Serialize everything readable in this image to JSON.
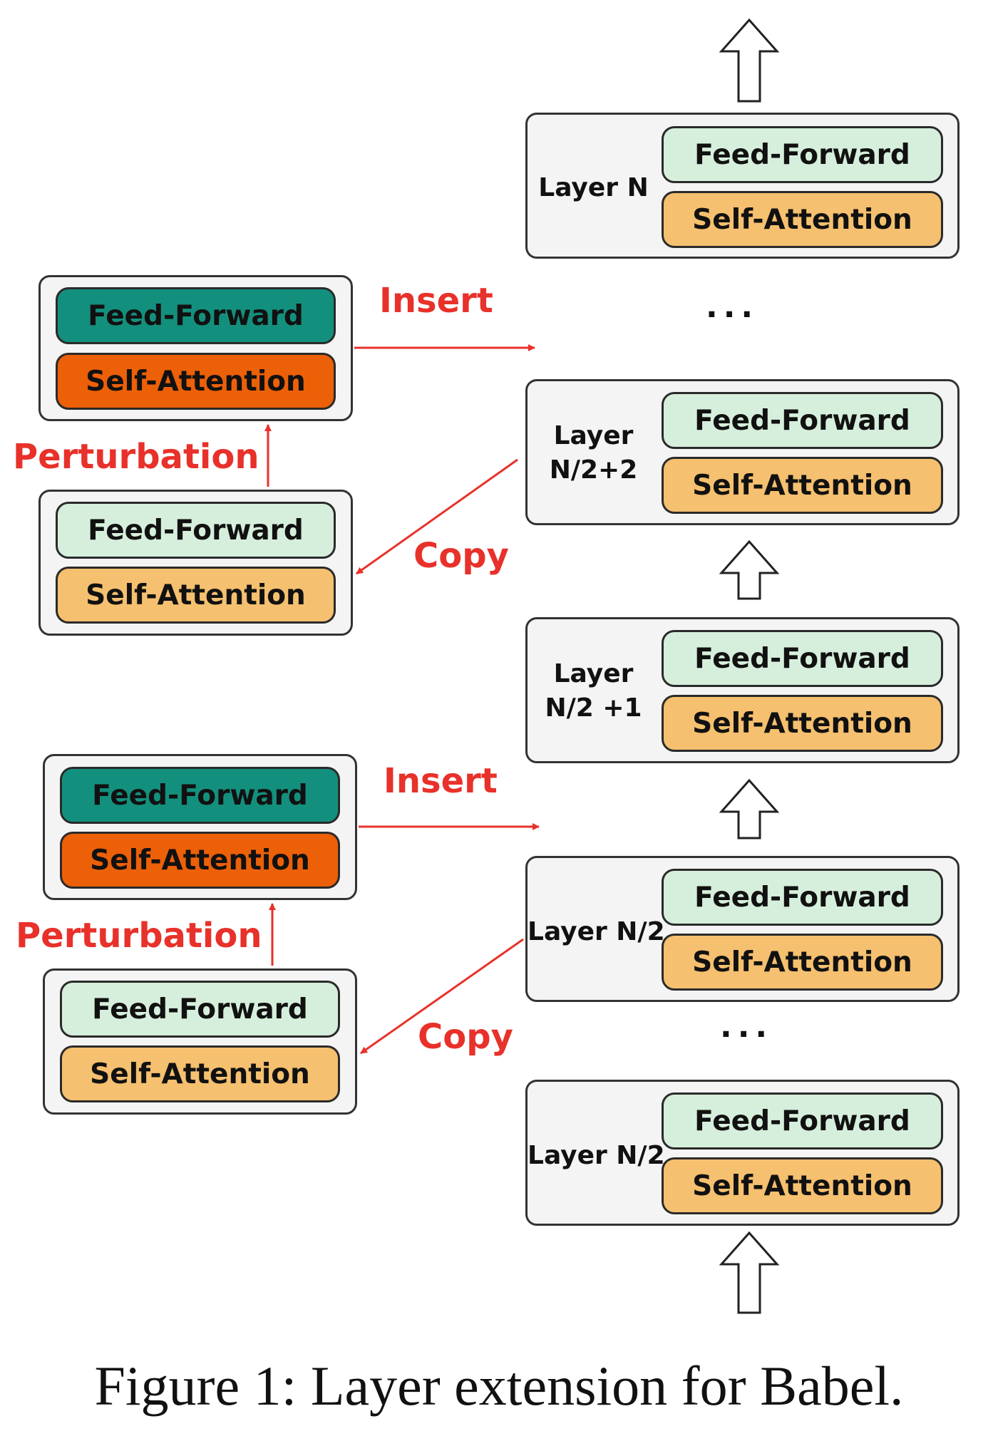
{
  "right_stack": [
    {
      "label_lines": [
        "Layer N"
      ],
      "ff": "Feed-Forward",
      "sa": "Self-Attention"
    },
    {
      "label_lines": [
        "Layer",
        "N/2+2"
      ],
      "ff": "Feed-Forward",
      "sa": "Self-Attention"
    },
    {
      "label_lines": [
        "Layer",
        "N/2 +1"
      ],
      "ff": "Feed-Forward",
      "sa": "Self-Attention"
    },
    {
      "label_lines": [
        "Layer N/2"
      ],
      "ff": "Feed-Forward",
      "sa": "Self-Attention"
    },
    {
      "label_lines": [
        "Layer N/2"
      ],
      "ff": "Feed-Forward",
      "sa": "Self-Attention"
    }
  ],
  "left_groups": [
    {
      "perturbed": {
        "ff": "Feed-Forward",
        "sa": "Self-Attention"
      },
      "copied": {
        "ff": "Feed-Forward",
        "sa": "Self-Attention"
      },
      "insert_label": "Insert",
      "perturbation_label": "Perturbation",
      "copy_label": "Copy"
    },
    {
      "perturbed": {
        "ff": "Feed-Forward",
        "sa": "Self-Attention"
      },
      "copied": {
        "ff": "Feed-Forward",
        "sa": "Self-Attention"
      },
      "insert_label": "Insert",
      "perturbation_label": "Perturbation",
      "copy_label": "Copy"
    }
  ],
  "ellipsis": [
    "...",
    "..."
  ],
  "caption": "Figure 1: Layer extension for Babel.",
  "colors": {
    "feed_forward_light": "#d6efdc",
    "self_attention_light": "#f5c06f",
    "feed_forward_perturbed": "#13907d",
    "self_attention_perturbed": "#ec6008",
    "annotation_red": "#e8312a"
  }
}
